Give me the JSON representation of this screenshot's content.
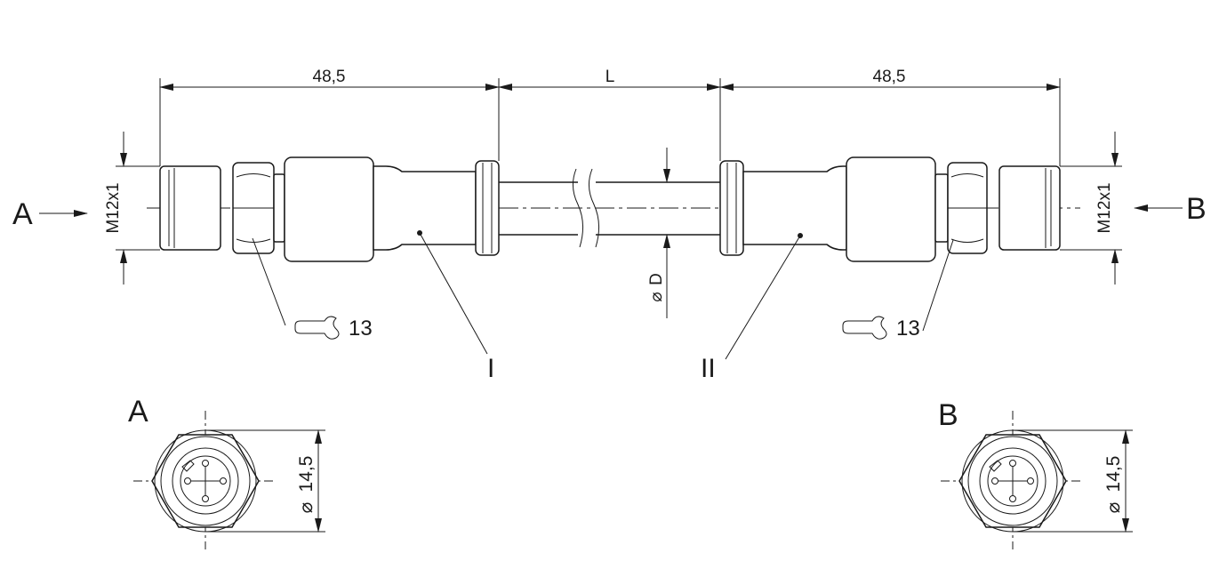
{
  "dimensions": {
    "left_length": "48,5",
    "cable_length": "L",
    "right_length": "48,5",
    "thread_left": "M12x1",
    "thread_right": "M12x1",
    "cable_diameter": "D",
    "wrench_left": "13",
    "wrench_right": "13",
    "face_diameter_a": "14,5",
    "face_diameter_b": "14,5",
    "diameter_symbol": "⌀"
  },
  "labels": {
    "view_a_arrow": "A",
    "view_b_arrow": "B",
    "part_one": "I",
    "part_two": "II",
    "view_a_title": "A",
    "view_b_title": "B"
  }
}
